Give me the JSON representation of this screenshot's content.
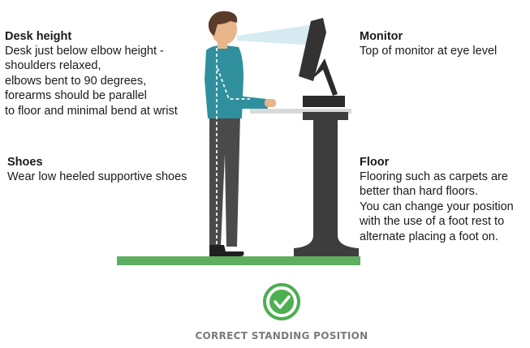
{
  "desk": {
    "title": "Desk height",
    "lines": [
      "Desk just below elbow height -",
      "shoulders relaxed,",
      "elbows bent to 90 degrees,",
      "forearms should be parallel",
      "to floor and minimal bend at wrist"
    ]
  },
  "monitor": {
    "title": "Monitor",
    "lines": [
      "Top of monitor at eye level"
    ]
  },
  "shoes": {
    "title": "Shoes",
    "lines": [
      "Wear low heeled supportive shoes"
    ]
  },
  "floor": {
    "title": "Floor",
    "lines": [
      "Flooring such as carpets are",
      "better than hard floors.",
      "You can change your position",
      "with the use of a foot rest to",
      "alternate placing a foot on."
    ]
  },
  "caption": "CORRECT STANDING POSITION",
  "colors": {
    "floor": "#5fae5f",
    "check": "#4caf50",
    "shirt": "#2f8f9d",
    "pants": "#4a4a4a",
    "desk": "#3d3d3d",
    "caption": "#7a7a7a"
  }
}
